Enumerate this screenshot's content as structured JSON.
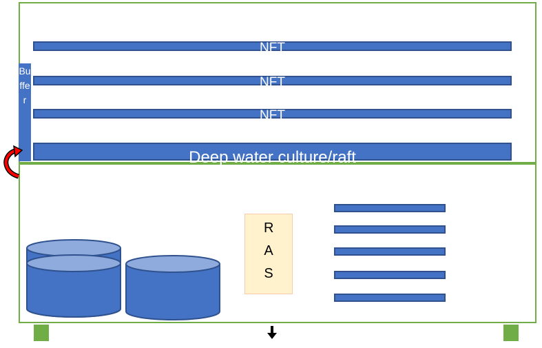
{
  "labels": {
    "nft_1": "NFT",
    "nft_2": "NFT",
    "nft_3": "NFT",
    "deep_water": "Deep water culture/raft",
    "buffer": "Buffer",
    "ras": "RAS"
  },
  "icons": {
    "recirculation": "curved-arrow-icon",
    "drain": "down-arrow-icon"
  },
  "colors": {
    "frame": "#70ad47",
    "bar_fill": "#4472c4",
    "bar_stroke": "#2f528f",
    "tank_top": "#8faadc",
    "ras_fill": "#fff2cc",
    "arrow": "#ff0000"
  }
}
